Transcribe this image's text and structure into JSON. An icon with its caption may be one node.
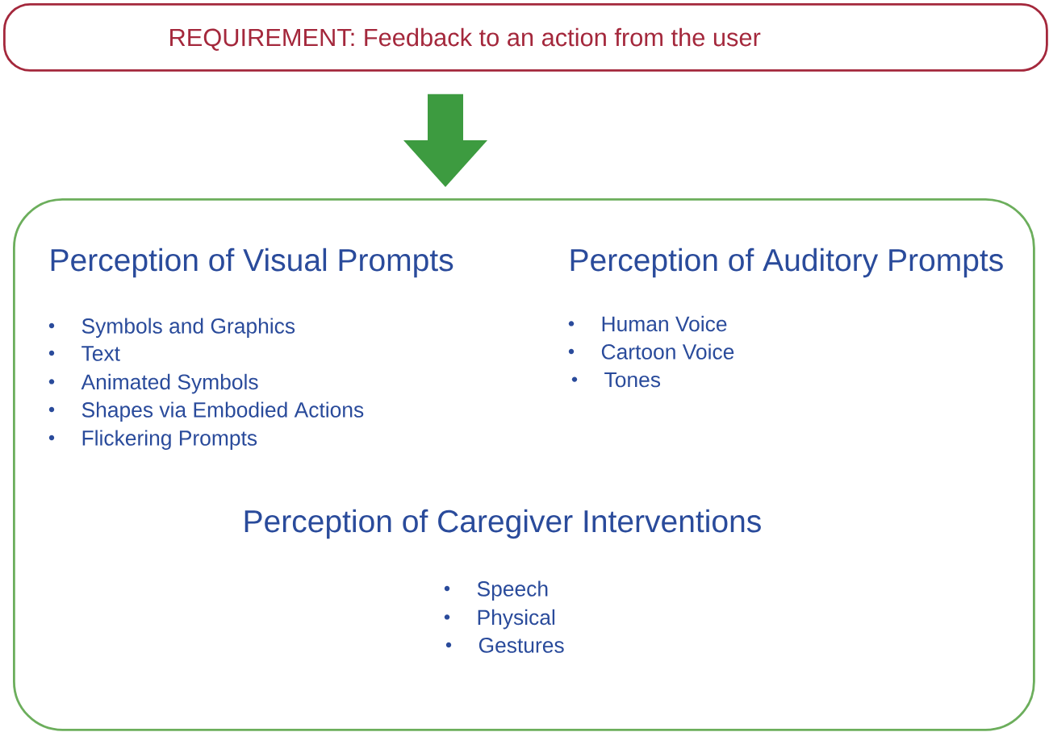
{
  "diagram": {
    "nodes": [
      {
        "text": [
          "REQUIREMENT: Feedback to an action from the user"
        ]
      },
      {
        "text": [
          "Perception of Visual Prompts",
          "Symbols and Graphics",
          "Text",
          "Animated Symbols",
          "Shapes via Embodied Actions",
          "Flickering Prompts",
          "Perception of Auditory Prompts",
          "Human Voice",
          "Cartoon Voice",
          "Tones",
          "Perception of Caregiver Interventions",
          "Speech",
          "Physical",
          "Gestures"
        ]
      }
    ],
    "edges": [
      {
        "from": 0,
        "to": 1,
        "arrow": "to",
        "color": "#3d9b40"
      }
    ]
  }
}
